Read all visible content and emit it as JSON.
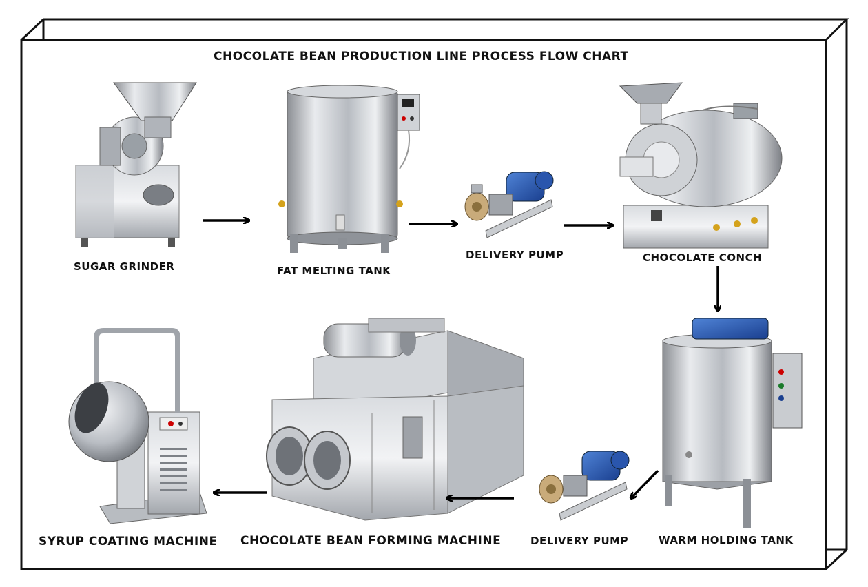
{
  "title": "CHOCOLATE BEAN PRODUCTION LINE PROCESS FLOW CHART",
  "steps": [
    {
      "label": "SUGAR GRINDER"
    },
    {
      "label": "FAT MELTING TANK"
    },
    {
      "label": "DELIVERY PUMP"
    },
    {
      "label": "CHOCOLATE CONCH"
    },
    {
      "label": "WARM HOLDING TANK"
    },
    {
      "label": "DELIVERY PUMP"
    },
    {
      "label": "CHOCOLATE BEAN FORMING MACHINE"
    },
    {
      "label": "SYRUP COATING MACHINE"
    }
  ]
}
